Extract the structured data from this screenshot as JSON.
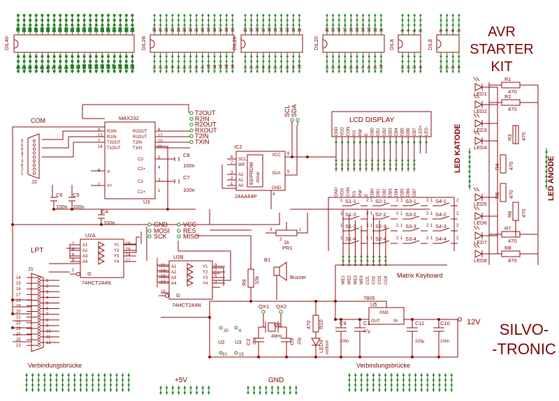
{
  "title": {
    "line1": "AVR",
    "line2": "STARTER",
    "line3": "KIT"
  },
  "brand": {
    "line1": "SILVO-",
    "line2": "-TRONIC"
  },
  "sockets": [
    "DIL40",
    "DIL28",
    "DIL20",
    "DIL20",
    "DIL8",
    "DIL8"
  ],
  "com": {
    "label": "COM",
    "connector": "J2",
    "pins": [
      "9",
      "5",
      "8",
      "4",
      "7",
      "3",
      "6",
      "2",
      "1"
    ]
  },
  "max232": {
    "name": "MAX232",
    "ref": "U3",
    "left_pins": [
      "R2IN",
      "R1IN",
      "T2OUT",
      "T1OUT"
    ],
    "left_nums": [
      "8",
      "13",
      "7",
      "14"
    ],
    "right_pins": [
      "R2OUT",
      "R1OUT",
      "T2IN",
      "T1IN"
    ],
    "right_nums": [
      "9",
      "12",
      "10",
      "11"
    ],
    "cap_pins": [
      "C2-",
      "C2+",
      "C1-",
      "C1+",
      "V-",
      "V+"
    ],
    "cap_nums": [
      "5",
      "4",
      "3",
      "1",
      "6",
      "2"
    ]
  },
  "uart_nets": [
    "T2OUT",
    "R2IN",
    "R2OUT",
    "RXOUT",
    "T2IN",
    "TXIN"
  ],
  "caps": {
    "C8": "C8",
    "C8v": "100n",
    "C7": "C7",
    "C7v": "100n",
    "C6": "C6",
    "C6v": "100n",
    "C5": "C5",
    "C5v": "100n",
    "C4": "C4",
    "C4v": "100n"
  },
  "eeprom": {
    "ref": "IC2",
    "part": "24AA64P",
    "body1": "EEPROM",
    "body2": "Atmel",
    "pins": [
      "SCL",
      "WP",
      "A2",
      "A1",
      "A0",
      "VCC",
      "SDA",
      "GND"
    ],
    "nums": [
      "6",
      "7",
      "3",
      "2",
      "1",
      "8",
      "5",
      "4"
    ]
  },
  "i2c_nets": [
    "SCL",
    "SDA"
  ],
  "lcd": {
    "title": "LCD DISPLAY",
    "pins": [
      "GND",
      "VDD",
      "CON",
      "RS",
      "RW",
      "E",
      "DB0",
      "DB1",
      "DB2",
      "DB3",
      "DB4",
      "DB5",
      "DB6",
      "DB7",
      "LED+",
      "LED-"
    ]
  },
  "bottom_lcd_pins": [
    "GND",
    "VDD",
    "CON",
    "RS",
    "RW",
    "E",
    "DB0",
    "DB1",
    "DB2",
    "DB3",
    "DB4",
    "DB5",
    "DB6",
    "DB7"
  ],
  "leds_left": [
    "LED1",
    "LED2",
    "LED3",
    "LED4",
    "LED5",
    "LED6",
    "LED7",
    "LED8"
  ],
  "resistors": [
    {
      "ref": "R1",
      "val": "470"
    },
    {
      "ref": "R2",
      "val": "470"
    },
    {
      "ref": "R3",
      "val": "470"
    },
    {
      "ref": "R4",
      "val": "470"
    },
    {
      "ref": "R5",
      "val": "470"
    },
    {
      "ref": "R6",
      "val": "470"
    },
    {
      "ref": "R7",
      "val": "470"
    },
    {
      "ref": "R8",
      "val": "470"
    }
  ],
  "led_labels": {
    "katode": "LED KATODE",
    "anode": "LED ANODE"
  },
  "keyboard": {
    "label": "Matrix Keyboard",
    "keys": [
      "S1-1",
      "S2-1",
      "S3-1",
      "S4-1",
      "S1-2",
      "S2-2",
      "S3-2",
      "S4-2",
      "S1-3",
      "S2-3",
      "S3-3",
      "S4-3",
      "S1-4",
      "S2-4",
      "S3-4",
      "S4-4"
    ],
    "wires": [
      "WE1",
      "WE2",
      "WE3",
      "WE4",
      "CO1",
      "CO2",
      "CO3",
      "CO4"
    ]
  },
  "u2a": {
    "ref": "U2A",
    "part": "74HCT244N",
    "inputs": [
      "A1",
      "A2",
      "A3",
      "A4"
    ],
    "outputs": [
      "Y1",
      "Y2",
      "Y3",
      "Y4"
    ],
    "in_nums": [
      "2",
      "4",
      "6",
      "8"
    ],
    "out_nums": [
      "18",
      "16",
      "14",
      "12"
    ],
    "gate": "G",
    "gate_num": "1"
  },
  "u2b": {
    "ref": "U2B",
    "part": "74HCT244N",
    "inputs": [
      "A1",
      "A2",
      "A3",
      "A4"
    ],
    "outputs": [
      "Y1",
      "Y2",
      "Y3",
      "Y4"
    ],
    "in_nums": [
      "11",
      "13",
      "15",
      "17"
    ],
    "out_nums": [
      "9",
      "7",
      "5",
      "3"
    ],
    "gate": "G",
    "gate_num": "19"
  },
  "isp_nets": [
    "GND",
    "MOSI",
    "SCK",
    "VCC",
    "RES",
    "MISO"
  ],
  "lpt": {
    "label": "LPT",
    "ref": "J1",
    "pins": [
      "14",
      "1",
      "15",
      "2",
      "16",
      "3",
      "17",
      "4",
      "18",
      "5",
      "19",
      "6",
      "20",
      "7",
      "21",
      "8",
      "22",
      "9",
      "23",
      "10",
      "24",
      "11",
      "25",
      "12",
      "13"
    ]
  },
  "pot": {
    "ref": "PR1",
    "val": "1k",
    "p1": "1",
    "p2": "2",
    "p3": "3"
  },
  "buzzer": {
    "ref": "B1",
    "label": "Buzzer"
  },
  "r9": {
    "ref": "R9",
    "val": "10k"
  },
  "r10": {
    "ref": "R10",
    "val": "470"
  },
  "led9": {
    "ref": "LED9",
    "val": "rot3mm"
  },
  "crystal": {
    "ref": "Q1",
    "val": "4MHz",
    "qx1": "QX1",
    "qx2": "QX2"
  },
  "c2": {
    "ref": "C2",
    "val": "22p"
  },
  "c3": {
    "ref": "C3",
    "val": "22p"
  },
  "regulator": {
    "part": "7805",
    "ref": "U5",
    "gnd": "GND",
    "out": "OUT",
    "in": "IN"
  },
  "c9": {
    "ref": "C9",
    "val": "100n"
  },
  "c1": {
    "ref": "C1",
    "val": "47µ"
  },
  "c11": {
    "ref": "C11",
    "val": "220µ"
  },
  "c10": {
    "ref": "C10",
    "val": "100n"
  },
  "supply": {
    "v12": "12V",
    "v5": "+5V",
    "gnd": "GND"
  },
  "jumpers": {
    "u2": "U2",
    "u3": "U3",
    "n20": "20",
    "n6": "6",
    "n10": "10",
    "n15": "15"
  },
  "bridges": [
    "Verbindungsbrücke",
    "Verbindungsbrücke"
  ]
}
